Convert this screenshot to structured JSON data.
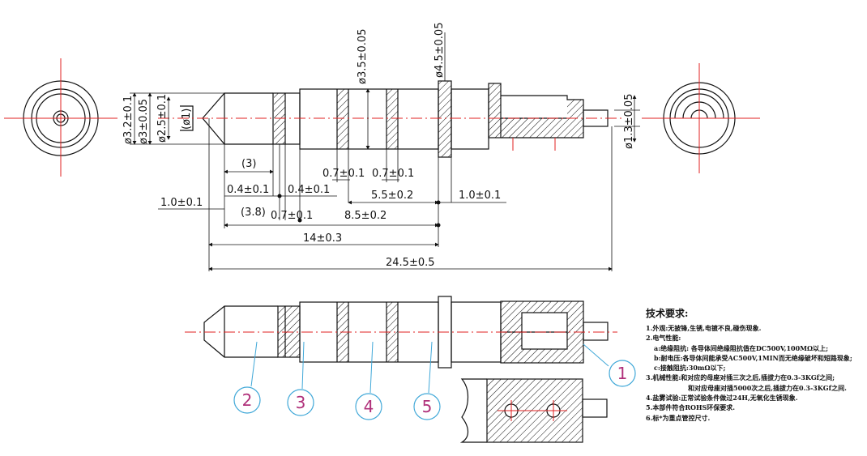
{
  "dimensions": {
    "dia_3_2": "ø3.2±0.1",
    "dia_3": "ø3±0.05",
    "dia_2_5": "ø2.5±0.1",
    "dia_1": "(ø1)",
    "dia_3_5": "ø3.5±0.05",
    "dia_4_5": "ø4.5±0.05",
    "dia_1_3": "ø1.3±0.05",
    "len_3": "(3)",
    "len_0_7_a": "0.7±0.1",
    "len_0_7_b": "0.7±0.1",
    "len_0_4_a": "0.4±0.1",
    "len_0_4_b": "0.4±0.1",
    "len_5_5": "5.5±0.2",
    "len_1_0_a": "1.0±0.1",
    "len_1_0_b": "1.0±0.1",
    "len_3_8": "(3.8)",
    "len_0_7_c": "0.7±0.1",
    "len_8_5": "8.5±0.2",
    "len_14": "14±0.3",
    "len_24_5": "24.5±0.5"
  },
  "balloons": [
    "1",
    "2",
    "3",
    "4",
    "5"
  ],
  "colors": {
    "centerline": "#e02020",
    "leader": "#40a8d8",
    "balloon_text": "#b0307a",
    "outline": "#111111"
  },
  "notes": {
    "title": "技术要求:",
    "lines": [
      "1.外观:无披锋,生锈,电镀不良,碰伤现象.",
      "2.电气性能:",
      "a:绝缘阻抗: 各导体间绝缘阻抗值在DC500V,100MΩ以上;",
      "b:耐电压:各导体间能承受AC500V,1MIN而无绝缘破坏和短路现象;",
      "c:接触阻抗:30mΩ以下;",
      "3.机械性能:和对应的母座对插三次之后,插拔力在0.3-3KGf之间;",
      "和对应母座对插5000次之后,插拔力在0.3-3KGf之间.",
      "4.盐雾试验:正常试验条件做过24H,无氧化生锈现象.",
      "5.本部件符合ROHS环保要求.",
      "6.标*为重点管控尺寸."
    ]
  }
}
